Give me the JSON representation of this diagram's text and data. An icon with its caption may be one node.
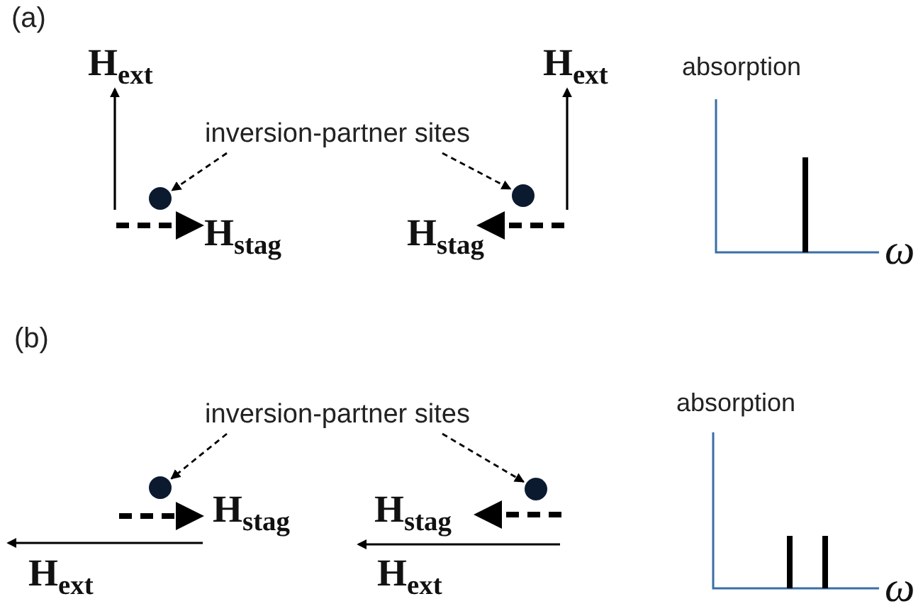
{
  "diagram": {
    "nodes": [
      {
        "text": [
          "inversion-partner sites"
        ]
      },
      {
        "text": [],
        "shape": "circle"
      },
      {
        "text": [],
        "shape": "circle"
      },
      {
        "text": [
          "inversion-partner sites"
        ]
      },
      {
        "text": [],
        "shape": "circle"
      },
      {
        "text": [],
        "shape": "circle"
      }
    ],
    "edges": [
      {
        "from": 0,
        "to": 1,
        "arrow": "to",
        "style": "dashed"
      },
      {
        "from": 0,
        "to": 2,
        "arrow": "to",
        "style": "dashed"
      },
      {
        "from": 3,
        "to": 4,
        "arrow": "to",
        "style": "dashed"
      },
      {
        "from": 3,
        "to": 5,
        "arrow": "to",
        "style": "dashed"
      }
    ],
    "labels": [
      "(a)",
      "H$_{ext}$",
      "H$_{ext}$",
      "absorption",
      "H$_{stag}$",
      "H$_{stag}$",
      "ω",
      "(b)",
      "absorption",
      "H$_{stag}$",
      "H$_{stag}$",
      "H$_{ext}$",
      "H$_{ext}$",
      "ω"
    ]
  }
}
